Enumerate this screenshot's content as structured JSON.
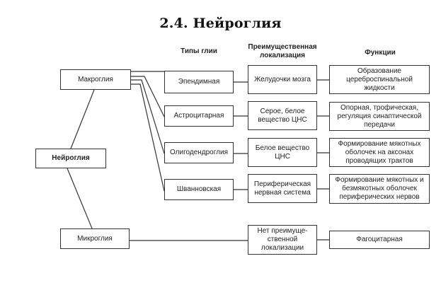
{
  "title": "2.4. Нейроглия",
  "column_headers": {
    "types": "Типы глии",
    "localization": "Преимущественная локализация",
    "functions": "Функции"
  },
  "root": {
    "label": "Нейроглия"
  },
  "groups": [
    {
      "label": "Макроглия"
    },
    {
      "label": "Микроглия"
    }
  ],
  "rows": [
    {
      "type": "Эпендимная",
      "localization": "Желудочки мозга",
      "function": "Образование цереброспинальной жидкости"
    },
    {
      "type": "Астроцитарная",
      "localization": "Серое, белое вещество ЦНС",
      "function": "Опорная, трофическая, регуляция синаптической передачи"
    },
    {
      "type": "Олигодендроглия",
      "localization": "Белое вещество ЦНС",
      "function": "Формирование мякотных оболочек на аксонах проводящих трактов"
    },
    {
      "type": "Шванновская",
      "localization": "Периферическая нервная система",
      "function": "Формирование мякотных и безмякотных оболочек периферических нервов"
    }
  ],
  "microglia_row": {
    "localization": "Нет преимуще-ственной локализации",
    "function": "Фагоцитарная"
  }
}
